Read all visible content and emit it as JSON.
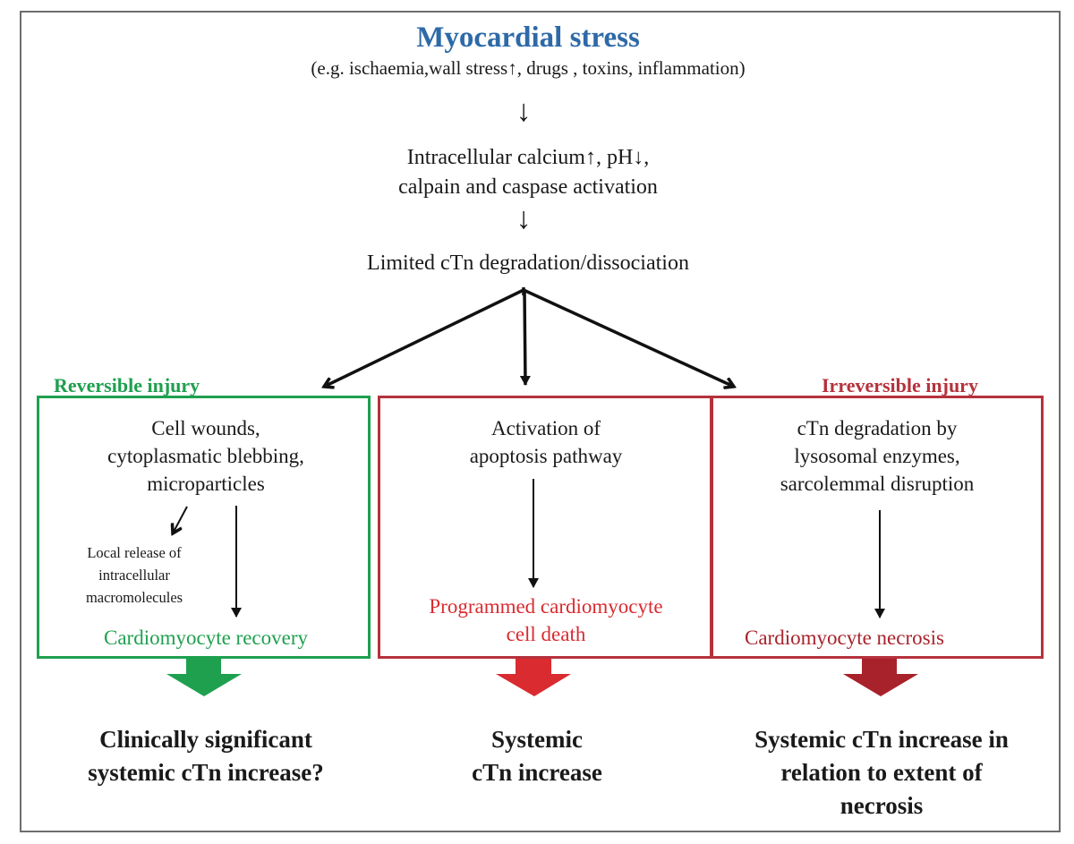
{
  "header": {
    "title": "Myocardial stress",
    "subtitle": "(e.g. ischaemia,wall stress↑,  drugs , toxins, inflammation)"
  },
  "flow": {
    "arrow_glyph": "↓",
    "step1_line1": "Intracellular calcium↑, pH↓,",
    "step1_line2": "calpain and caspase activation",
    "step2": "Limited cTn degradation/dissociation"
  },
  "colors": {
    "title_blue": "#2e6aa8",
    "reversible_green": "#1ea04f",
    "box_red": "#b5323c",
    "apoptosis_red": "#d92b30",
    "necrosis_red": "#a8222b"
  },
  "columns": [
    {
      "label": "Reversible injury",
      "text_lines": [
        "Cell wounds,",
        "cytoplasmatic blebbing,",
        "microparticles"
      ],
      "side_note_lines": [
        "Local release of",
        "intracellular",
        "macromolecules"
      ],
      "outcome_lines": [
        "Cardiomyocyte recovery"
      ],
      "result_lines": [
        "Clinically significant",
        "systemic cTn increase?"
      ]
    },
    {
      "label": "",
      "text_lines": [
        "Activation of",
        "apoptosis pathway"
      ],
      "outcome_lines": [
        "Programmed cardiomyocyte",
        "cell death"
      ],
      "result_lines": [
        "Systemic",
        "cTn increase"
      ]
    },
    {
      "label": "Irreversible injury",
      "text_lines": [
        "cTn degradation by",
        "lysosomal enzymes,",
        "sarcolemmal disruption"
      ],
      "outcome_lines": [
        "Cardiomyocyte necrosis"
      ],
      "result_lines": [
        "Systemic cTn increase in",
        "relation to extent of",
        "necrosis"
      ]
    }
  ]
}
